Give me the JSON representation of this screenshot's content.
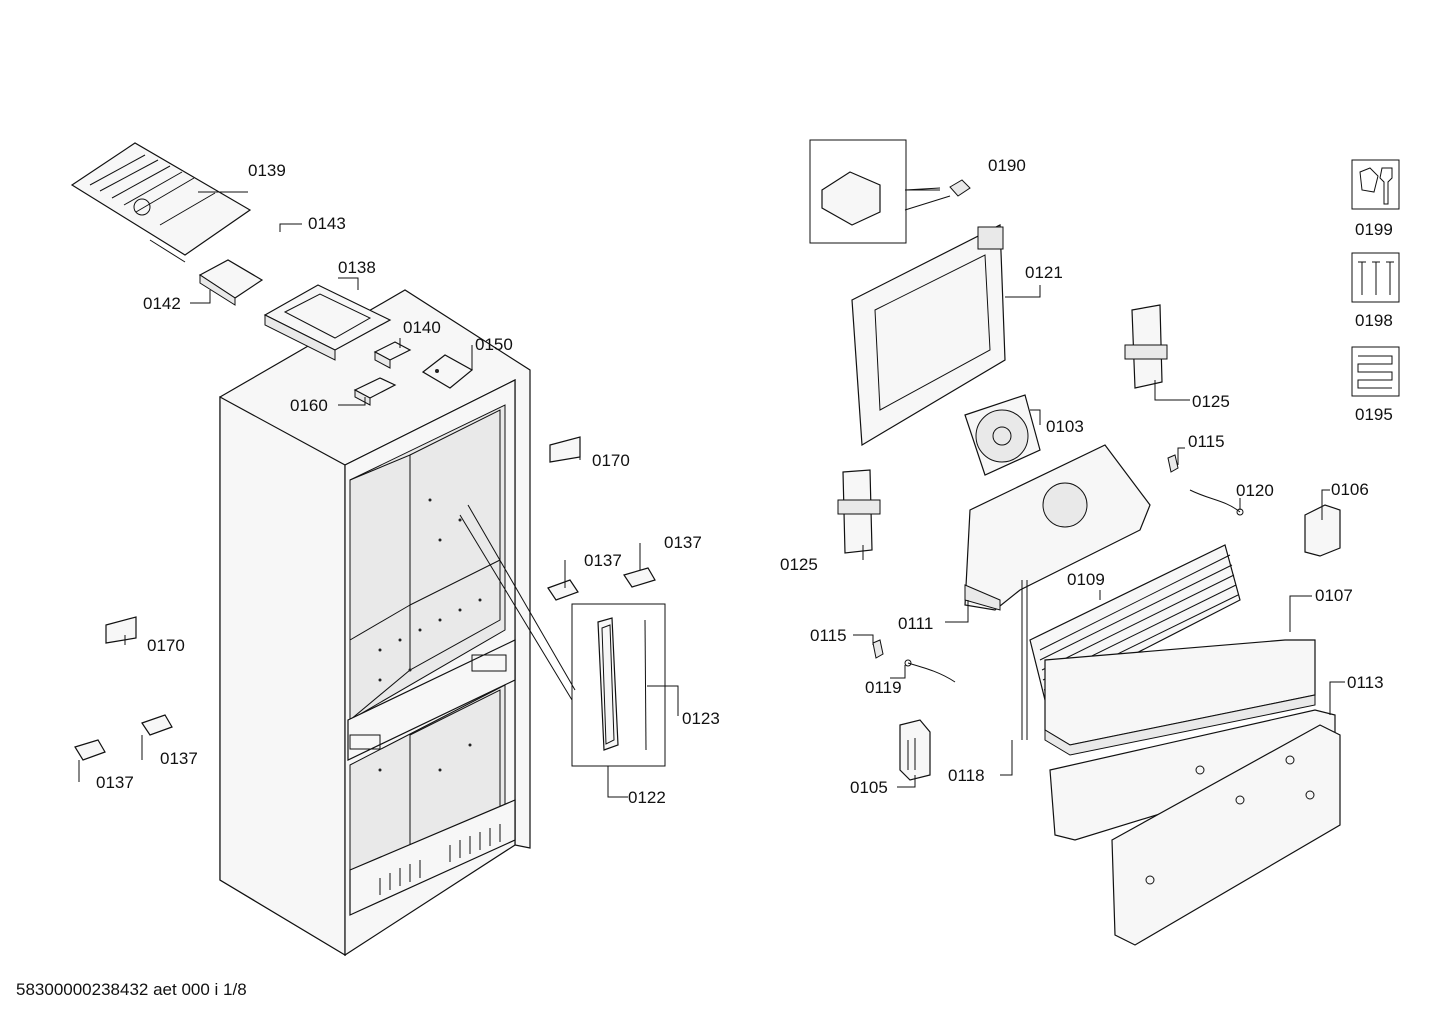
{
  "document_id": "58300000238432 aet 000 i 1/8",
  "callouts": [
    "0139",
    "0143",
    "0138",
    "0142",
    "0140",
    "0150",
    "0160",
    "0170",
    "0137",
    "0137",
    "0170",
    "0137",
    "0137",
    "0123",
    "0122",
    "0190",
    "0121",
    "0125",
    "0103",
    "0115",
    "0120",
    "0106",
    "0125",
    "0111",
    "0109",
    "0107",
    "0115",
    "0119",
    "0113",
    "0118",
    "0105",
    "0199",
    "0198",
    "0195"
  ],
  "icons": [
    "tool-set-icon",
    "screw-set-icon",
    "heater-coil-icon"
  ]
}
